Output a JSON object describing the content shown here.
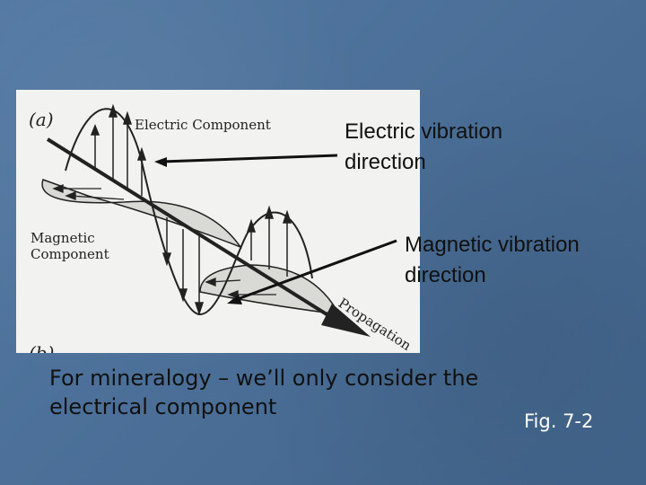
{
  "figure": {
    "panel_a_label": "(a)",
    "panel_b_label": "(b)",
    "electric_component_label": "Electric Component",
    "magnetic_component_label_line1": "Magnetic",
    "magnetic_component_label_line2": "Component",
    "propagation_label": "Propagation"
  },
  "callouts": {
    "electric_line1": "Electric vibration",
    "electric_line2": "direction",
    "magnetic_line1": "Magnetic vibration",
    "magnetic_line2": "direction"
  },
  "note": {
    "line1": "For mineralogy – we’ll only consider the",
    "line2": "electrical component"
  },
  "figure_number": "Fig. 7-2"
}
